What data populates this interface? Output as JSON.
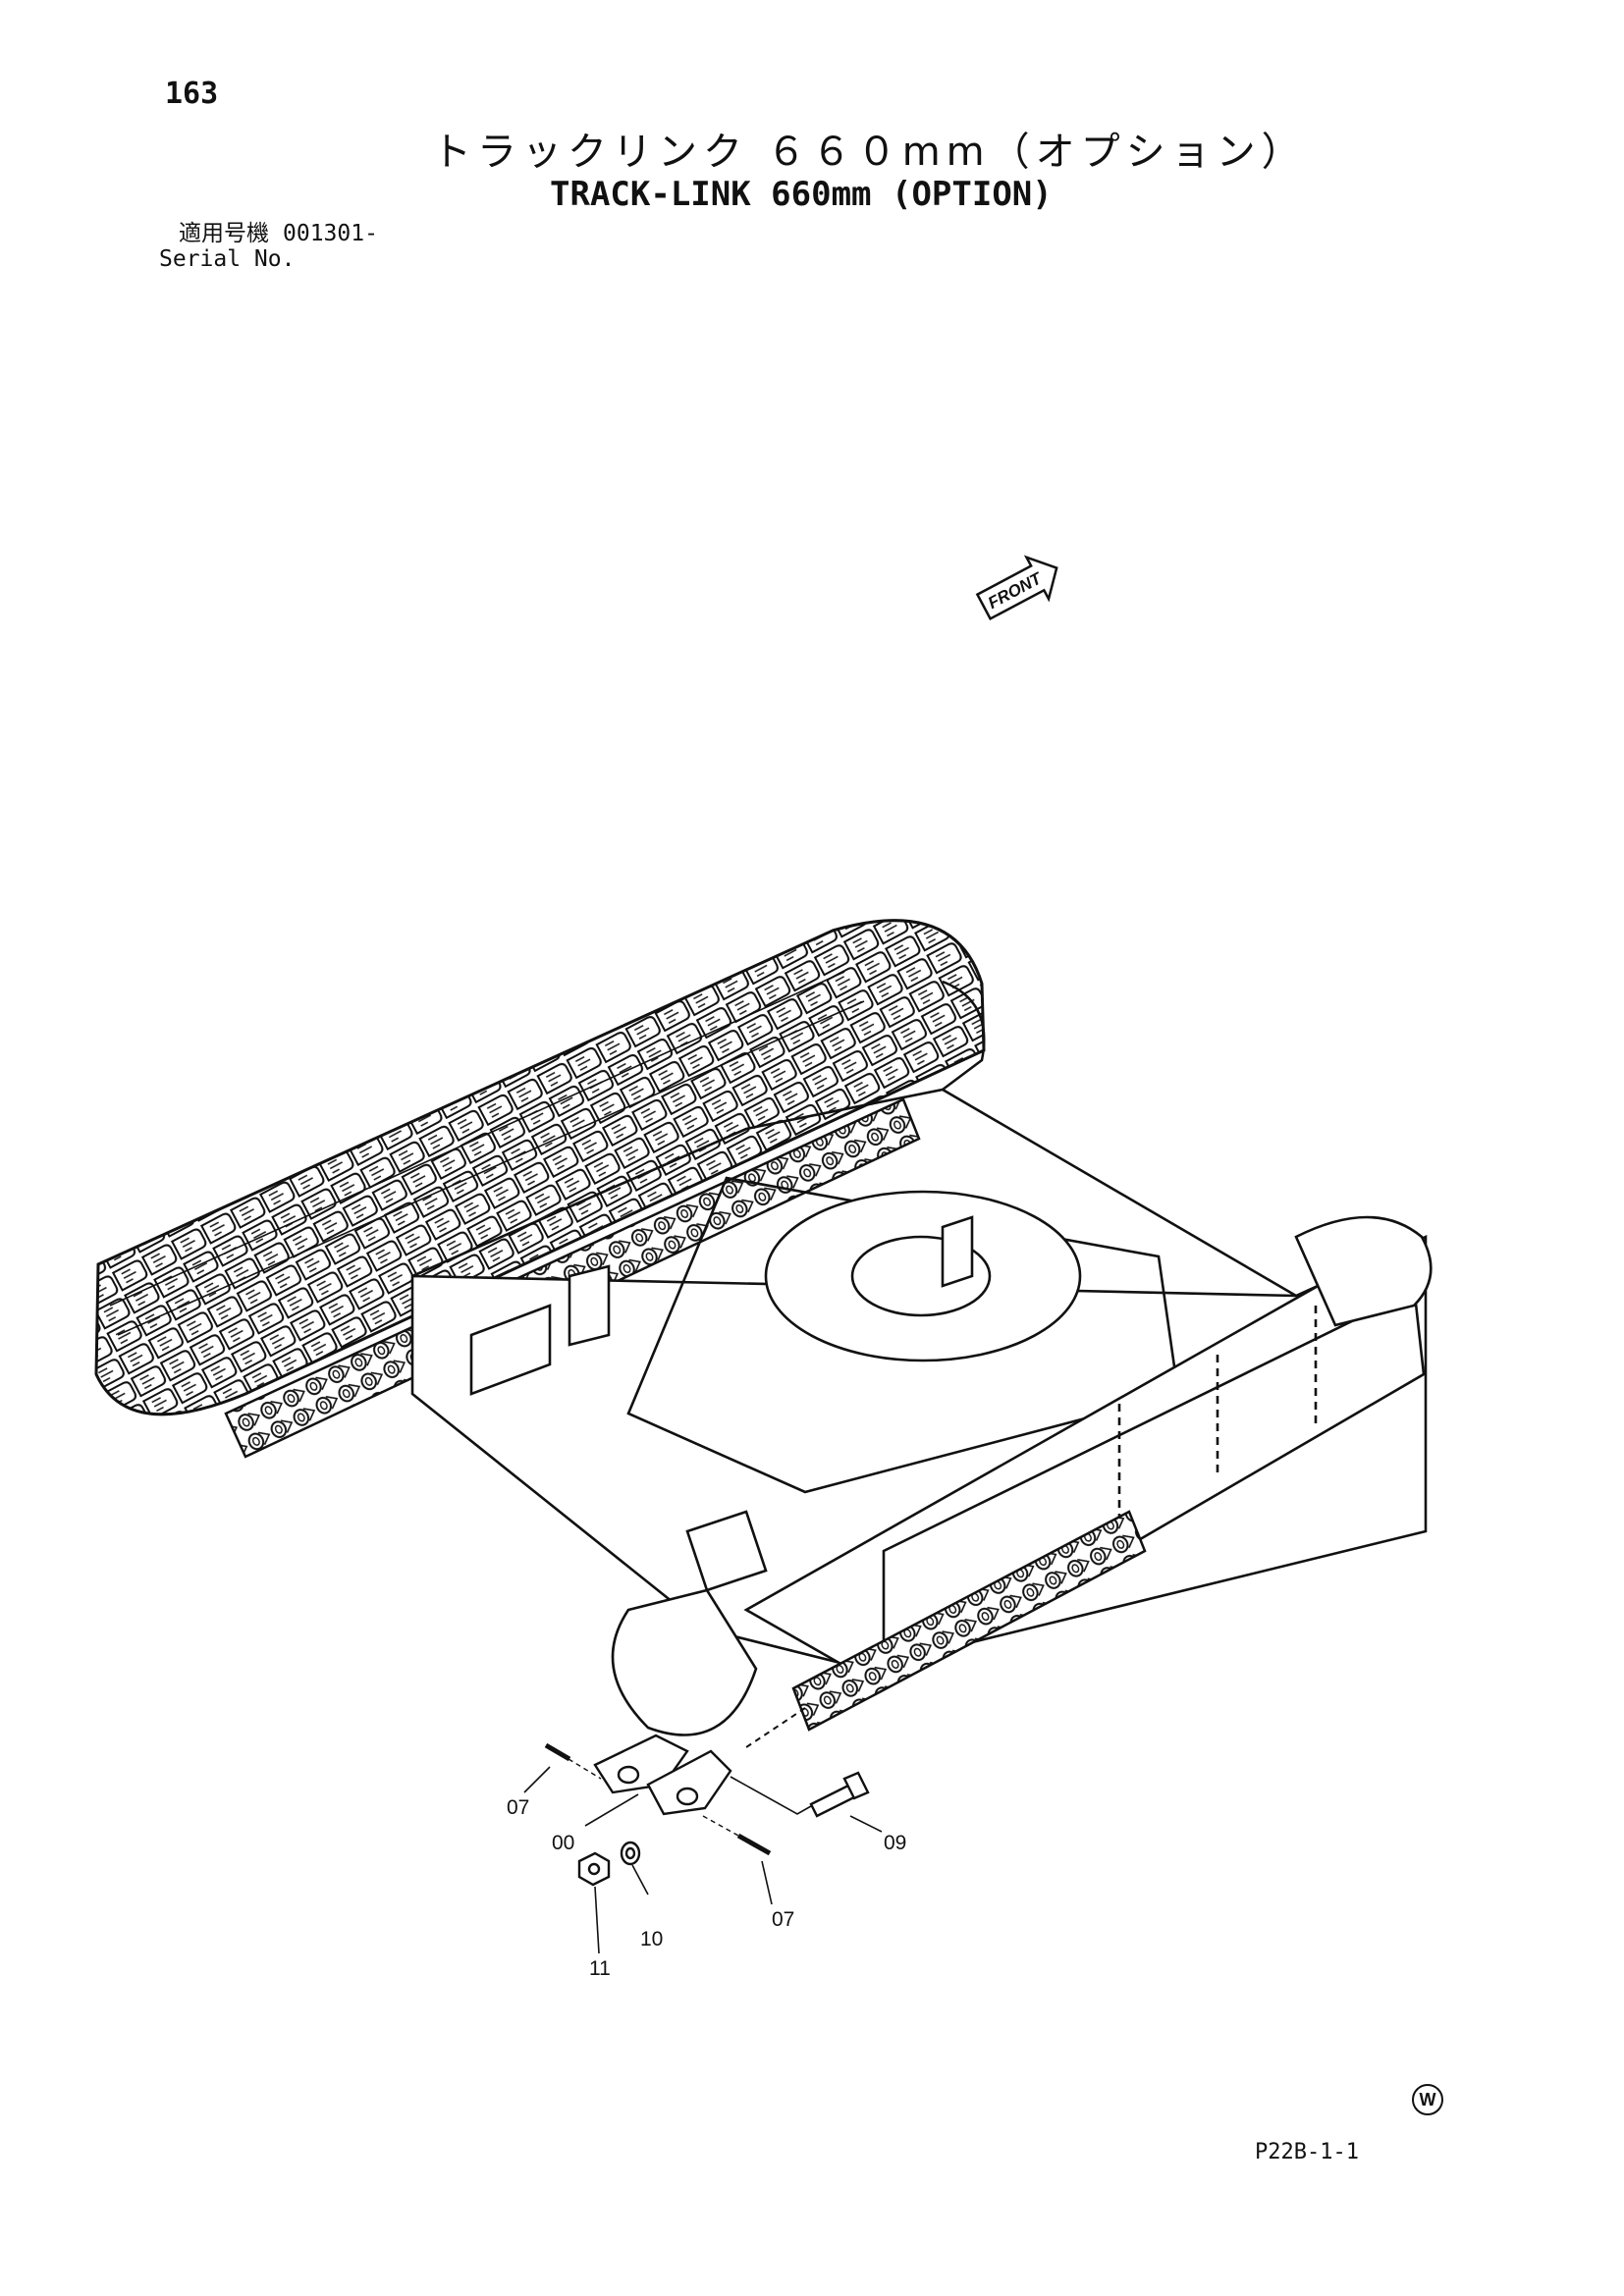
{
  "header": {
    "page_number": "163",
    "title_jp": "トラックリンク ６６０mm（オプション）",
    "title_en": "TRACK-LINK 660mm (OPTION)"
  },
  "serial": {
    "label_jp": "適用号機",
    "label_en": "Serial No.",
    "value": "001301-"
  },
  "diagram": {
    "front_label": "FRONT",
    "callouts": [
      "07",
      "00",
      "09",
      "10",
      "11",
      "07"
    ]
  },
  "footer": {
    "page_code": "P22B-1-1",
    "mark": "W"
  }
}
